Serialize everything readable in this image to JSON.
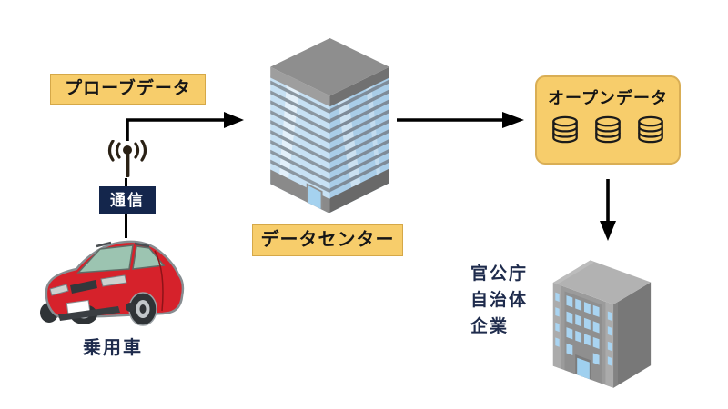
{
  "canvas": {
    "background": "#ffffff"
  },
  "colors": {
    "highlight_yellow": "#F7CD6B",
    "panel_border": "#D9AE55",
    "navy_box": "#14264C",
    "navy_text": "#1E2B4C",
    "arrow_black": "#000000",
    "car_red": "#D6222B",
    "glass_blue": "#A9CDE8",
    "building_gray": "#8E8E8E"
  },
  "icons": {
    "antenna": "radio-waves-antenna",
    "database": "database-cylinder",
    "car": "red-sedan-illustration",
    "data_center_building": "blue-glass-tower-illustration",
    "recipient_building": "gray-office-building-illustration",
    "arrows": "black-solid-arrows"
  },
  "nodes": {
    "probe_data": {
      "label": "プローブデータ"
    },
    "communication": {
      "label": "通信"
    },
    "passenger_car": {
      "label": "乗用車"
    },
    "data_center": {
      "label": "データセンター"
    },
    "open_data": {
      "label": "オープンデータ",
      "database_count": 3
    },
    "recipients": {
      "lines": [
        "官公庁",
        "自治体",
        "企業"
      ]
    }
  }
}
